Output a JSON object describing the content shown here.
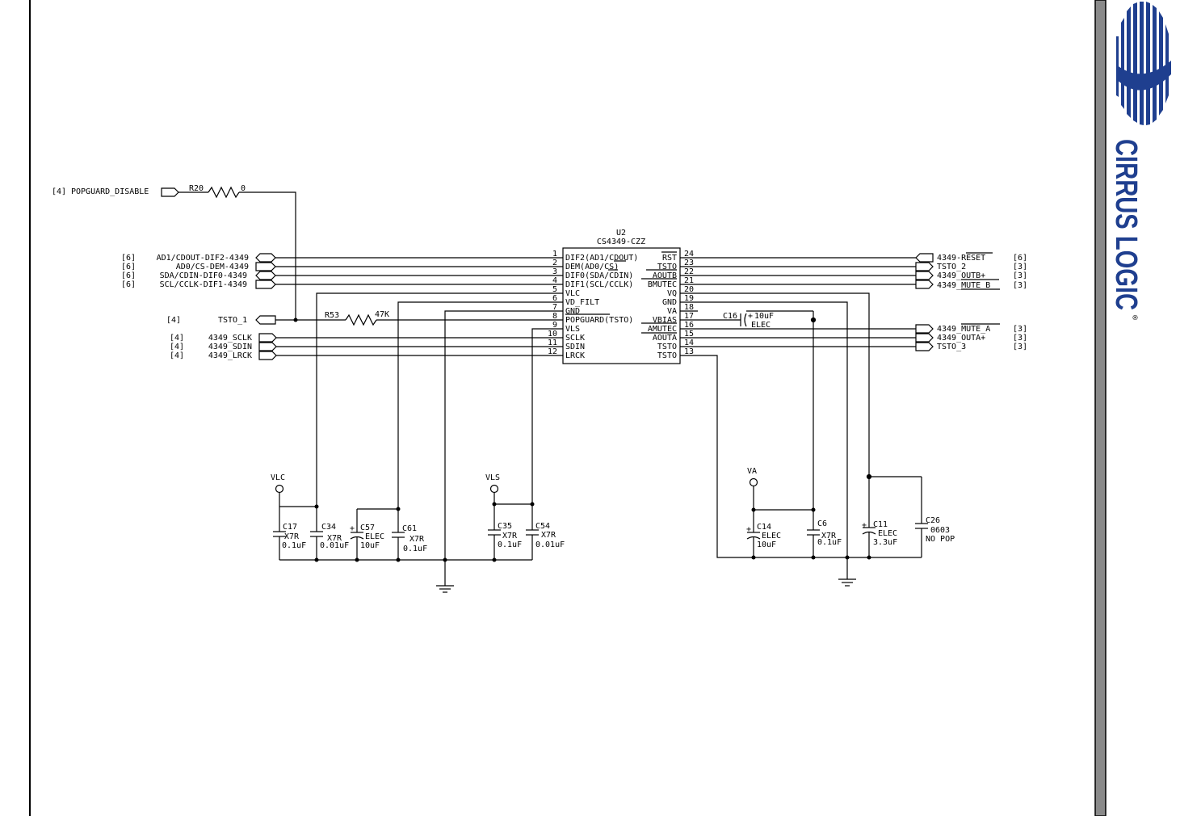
{
  "ic": {
    "ref": "U2",
    "part": "CS4349-CZZ",
    "left_pins": [
      {
        "num": "1",
        "name": "DIF2(AD1/CDOUT)"
      },
      {
        "num": "2",
        "name": "DEM(AD0/CS)"
      },
      {
        "num": "3",
        "name": "DIF0(SDA/CDIN)"
      },
      {
        "num": "4",
        "name": "DIF1(SCL/CCLK)"
      },
      {
        "num": "5",
        "name": "VLC"
      },
      {
        "num": "6",
        "name": "VD_FILT"
      },
      {
        "num": "7",
        "name": "GND"
      },
      {
        "num": "8",
        "name": "POPGUARD(TSTO)"
      },
      {
        "num": "9",
        "name": "VLS"
      },
      {
        "num": "10",
        "name": "SCLK"
      },
      {
        "num": "11",
        "name": "SDIN"
      },
      {
        "num": "12",
        "name": "LRCK"
      }
    ],
    "right_pins": [
      {
        "num": "24",
        "name": "RST"
      },
      {
        "num": "23",
        "name": "TSTO"
      },
      {
        "num": "22",
        "name": "AOUTB"
      },
      {
        "num": "21",
        "name": "BMUTEC"
      },
      {
        "num": "20",
        "name": "VQ"
      },
      {
        "num": "19",
        "name": "GND"
      },
      {
        "num": "18",
        "name": "VA"
      },
      {
        "num": "17",
        "name": "VBIAS"
      },
      {
        "num": "16",
        "name": "AMUTEC"
      },
      {
        "num": "15",
        "name": "AOUTA"
      },
      {
        "num": "14",
        "name": "TSTO"
      },
      {
        "num": "13",
        "name": "TSTO"
      }
    ]
  },
  "left_ports": [
    {
      "ref": "[6]",
      "name": "AD1/CDOUT-DIF2-4349"
    },
    {
      "ref": "[6]",
      "name": "AD0/CS-DEM-4349"
    },
    {
      "ref": "[6]",
      "name": "SDA/CDIN-DIF0-4349"
    },
    {
      "ref": "[6]",
      "name": "SCL/CCLK-DIF1-4349"
    }
  ],
  "popguard": {
    "ref": "[4]",
    "name": "POPGUARD_DISABLE"
  },
  "tsto1": {
    "ref": "[4]",
    "name": "TSTO_1"
  },
  "serial_ports": [
    {
      "ref": "[4]",
      "name": "4349_SCLK"
    },
    {
      "ref": "[4]",
      "name": "4349_SDIN"
    },
    {
      "ref": "[4]",
      "name": "4349_LRCK"
    }
  ],
  "right_ports_top": [
    {
      "name": "4349-RESET",
      "ref": "[6]"
    },
    {
      "name": "TSTO_2",
      "ref": "[3]"
    },
    {
      "name": "4349_OUTB+",
      "ref": "[3]"
    },
    {
      "name": "4349_MUTE_B",
      "ref": "[3]"
    }
  ],
  "right_ports_bottom": [
    {
      "name": "4349_MUTE_A",
      "ref": "[3]"
    },
    {
      "name": "4349_OUTA+",
      "ref": "[3]"
    },
    {
      "name": "TSTO_3",
      "ref": "[3]"
    }
  ],
  "resistors": {
    "r20": {
      "ref": "R20",
      "value": "0"
    },
    "r53": {
      "ref": "R53",
      "value": "47K"
    }
  },
  "c16": {
    "ref": "C16",
    "polarity": "+",
    "value": "10uF",
    "type": "ELEC"
  },
  "power": {
    "vlc": "VLC",
    "vls": "VLS",
    "va": "VA"
  },
  "capacitors": {
    "c17": {
      "ref": "C17",
      "type": "X7R",
      "value": "0.1uF"
    },
    "c34": {
      "ref": "C34",
      "type": "X7R",
      "value": "0.01uF"
    },
    "c57": {
      "ref": "C57",
      "type": "ELEC",
      "value": "10uF"
    },
    "c61": {
      "ref": "C61",
      "type": "X7R",
      "value": "0.1uF"
    },
    "c35": {
      "ref": "C35",
      "type": "X7R",
      "value": "0.1uF"
    },
    "c54": {
      "ref": "C54",
      "type": "X7R",
      "value": "0.01uF"
    },
    "c14": {
      "ref": "C14",
      "type": "ELEC",
      "value": "10uF"
    },
    "c6": {
      "ref": "C6",
      "type": "X7R",
      "value": "0.1uF"
    },
    "c11": {
      "ref": "C11",
      "type": "ELEC",
      "value": "3.3uF"
    },
    "c26": {
      "ref": "C26",
      "type": "0603",
      "value": "NO POP"
    }
  },
  "polarity_mark": "+",
  "logo": {
    "text": "CIRRUS LOGIC",
    "registered": "®",
    "color": "#1f3f8f"
  },
  "colors": {
    "frame_bar": "#8a8a8a"
  }
}
